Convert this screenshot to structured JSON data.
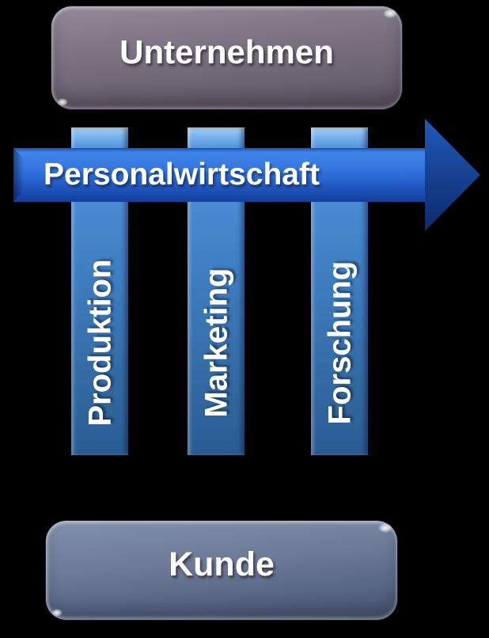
{
  "background_color": "#000000",
  "top_box": {
    "label": "Unternehmen"
  },
  "main_arrow": {
    "label": "Personalwirtschaft",
    "direction": "right"
  },
  "department_arrows": [
    {
      "label": "Produktion",
      "direction": "down"
    },
    {
      "label": "Marketing",
      "direction": "down"
    },
    {
      "label": "Forschung",
      "direction": "down"
    }
  ],
  "bottom_box": {
    "label": "Kunde"
  },
  "colors": {
    "top_box_light": "#938998",
    "top_box_dark": "#5c5363",
    "main_arrow_light": "#3f84e9",
    "main_arrow_dark": "#123f9c",
    "main_arrowhead_dark": "#0b2c6f",
    "department_stub_light": "#7db5ee",
    "department_shaft_mid": "#3f7dc1",
    "department_shaft_dark": "#2a5c94",
    "department_head_dark": "#122f4e",
    "bottom_box_light": "#8190ad",
    "bottom_box_dark": "#475471",
    "text": "#ffffff"
  }
}
